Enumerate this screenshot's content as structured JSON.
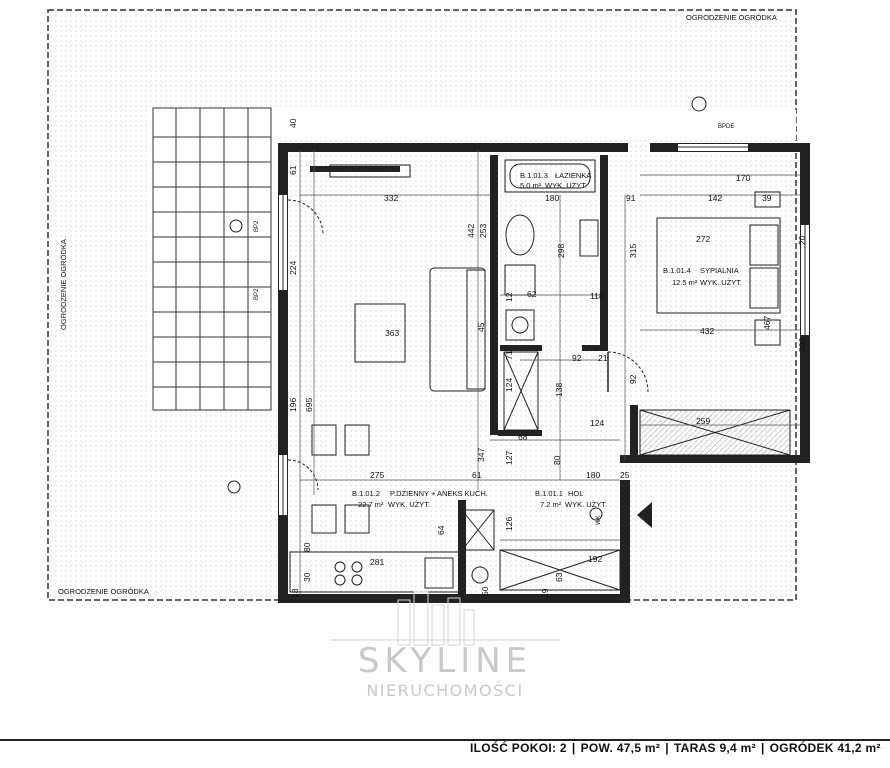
{
  "plan": {
    "garden_fence_top": "OGRODZENIE OGRÓDKA",
    "garden_fence_left": "OGRODZENIE OGRÓDKA",
    "garden_fence_bottom": "OGRODZENIE OGRÓDKA",
    "rooms": {
      "bathroom": {
        "code": "B.1.01.3",
        "name": "ŁAZIENKA",
        "area": "5.0 m²",
        "usage": "WYK. UŻYT."
      },
      "bedroom": {
        "code": "B.1.01.4",
        "name": "SYPIALNIA",
        "area": "12.5 m²",
        "usage": "WYK. UŻYT."
      },
      "living": {
        "code": "B.1.01.2",
        "name": "P.DZIENNY + ANEKS KUCH.",
        "area": "22.7 m²",
        "usage": "WYK. UŻYT."
      },
      "hall": {
        "code": "B.1.01.1",
        "name": "HOL",
        "area": "7.2 m²",
        "usage": "WYK. UŻYT."
      }
    },
    "dims": {
      "d40": "40",
      "d61": "61",
      "d332": "332",
      "d442": "442",
      "d253": "253",
      "d363": "363",
      "d224": "224",
      "d196": "196",
      "d695": "695",
      "d275": "275",
      "d347": "347",
      "d61b": "61",
      "d298": "298",
      "d180": "180",
      "d91": "91",
      "d170": "170",
      "d142": "142",
      "d39": "39",
      "d272": "272",
      "d315": "315",
      "d432": "432",
      "d467": "467",
      "d118": "118",
      "d62": "62",
      "d92": "92",
      "d21": "21",
      "d92b": "92",
      "d138": "138",
      "d124": "124",
      "d124b": "124",
      "d259": "259",
      "d68": "68",
      "d127": "127",
      "d80": "80",
      "d180b": "180",
      "d25": "25",
      "d126": "126",
      "d64": "64",
      "d281": "281",
      "d192": "192",
      "d80b": "80",
      "d63": "63",
      "d30": "30",
      "d18": "18",
      "d19": "19",
      "d50": "50",
      "d45": "45",
      "d12": "12",
      "d71": "71",
      "d20": "20",
      "d200": "200"
    },
    "markers": {
      "bpde_top": "BPDE",
      "bp2_a": "BP2",
      "bp2_b": "BP2",
      "wk": "WK"
    }
  },
  "watermark": {
    "brand": "SKYLINE",
    "sub": "NIERUCHOMOŚCI"
  },
  "footer": {
    "rooms": "ILOŚĆ POKOI: 2",
    "area": "POW. 47,5 m²",
    "terrace": "TARAS 9,4 m²",
    "garden": "OGRÓDEK 41,2 m²",
    "separator": "|"
  }
}
